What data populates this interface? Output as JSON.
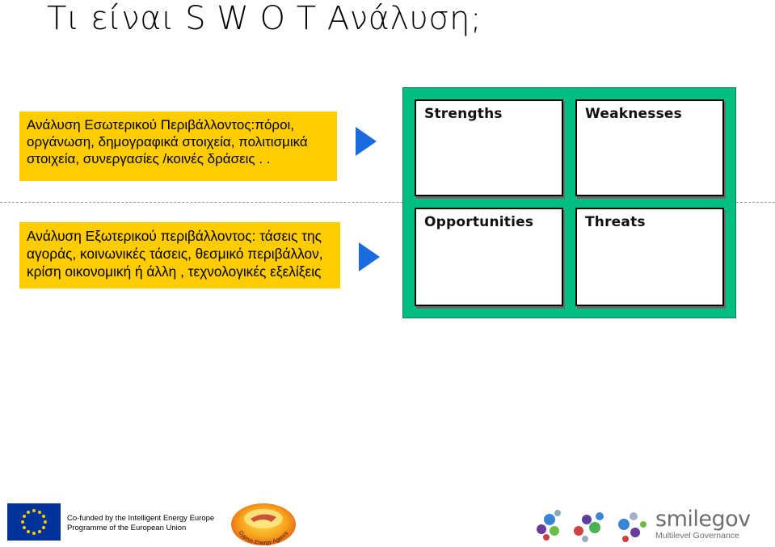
{
  "slide": {
    "title": "Τι είναι S W O T  Ανάλυση;",
    "internal_text": "Ανάλυση Εσωτερικού Περιβάλλοντος:πόροι, οργάνωση, δημογραφικά στοιχεία, πολιτισμικά στοιχεία, συνεργασίες /κοινές δράσεις . .",
    "external_text": "Ανάλυση Εξωτερικού περιβάλλοντος: τάσεις της αγοράς, κοινωνικές τάσεις, θεσμικό περιβάλλον, κρίση οικονομική ή  άλλη , τεχνολογικές εξελίξεις"
  },
  "swot": {
    "strengths": "Strengths",
    "weaknesses": "Weaknesses",
    "opportunities": "Opportunities",
    "threats": "Threats"
  },
  "footer": {
    "eu_line1": "Co-funded by the Intelligent Energy Europe",
    "eu_line2": "Programme of the European Union",
    "cea_text": "Cyprus Energy Agency",
    "smilegov_title": "smilegov",
    "smilegov_subtitle": "Multilevel Governance"
  },
  "colors": {
    "box_yellow": "#ffcc00",
    "arrow_blue": "#1a6be0",
    "swot_green": "#00bf80",
    "eu_blue": "#003399"
  }
}
